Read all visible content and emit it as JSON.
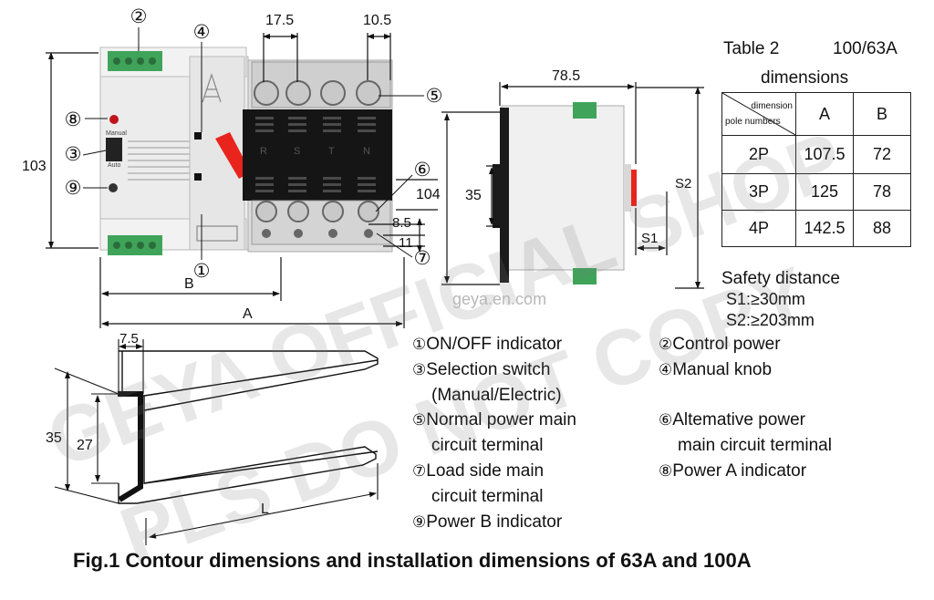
{
  "dimensions": {
    "top_width": "17.5",
    "pole_pitch": "10.5",
    "height_103": "103",
    "depth_78_5": "78.5",
    "height_104": "104",
    "rail_35": "35",
    "dim_8_5": "8.5",
    "dim_11": "11",
    "label_b": "B",
    "label_a": "A",
    "label_s1": "S1",
    "label_s2": "S2",
    "rail_width": "7.5",
    "rail_height_35": "35",
    "rail_height_27": "27",
    "rail_length": "L"
  },
  "callouts": [
    "②",
    "④",
    "⑤",
    "⑧",
    "③",
    "⑨",
    "⑥",
    "①",
    "⑦"
  ],
  "table": {
    "title_line1": "Table 2",
    "title_rating": "100/63A",
    "title_line2": "dimensions",
    "header_diag_top": "dimension",
    "header_diag_bottom": "pole numbers",
    "header_a": "A",
    "header_b": "B",
    "rows": [
      {
        "poles": "2P",
        "a": "107.5",
        "b": "72"
      },
      {
        "poles": "3P",
        "a": "125",
        "b": "78"
      },
      {
        "poles": "4P",
        "a": "142.5",
        "b": "88"
      }
    ]
  },
  "safety": {
    "title": "Safety distance",
    "s1": "S1:≥30mm",
    "s2": "S2:≥203mm"
  },
  "legend": [
    {
      "num": "①",
      "line1": "ON/OFF indicator",
      "line2": ""
    },
    {
      "num": "②",
      "line1": "Control power",
      "line2": ""
    },
    {
      "num": "③",
      "line1": "Selection switch",
      "line2": "(Manual/Electric)"
    },
    {
      "num": "④",
      "line1": "Manual knob",
      "line2": ""
    },
    {
      "num": "⑤",
      "line1": "Normal power main",
      "line2": "circuit terminal"
    },
    {
      "num": "⑥",
      "line1": "Altemative power",
      "line2": "main circuit terminal"
    },
    {
      "num": "⑦",
      "line1": "Load side main",
      "line2": "circuit terminal"
    },
    {
      "num": "⑧",
      "line1": "Power A indicator",
      "line2": ""
    },
    {
      "num": "⑨",
      "line1": "Power B indicator",
      "line2": ""
    }
  ],
  "device_labels": {
    "terminal_r": "R",
    "terminal_s": "S",
    "terminal_t": "T",
    "terminal_n": "N",
    "mode_manual": "Manual",
    "mode_auto": "Auto"
  },
  "watermarks": {
    "line1": "GEYA OFFICIAL SHOP",
    "line2": "PLS DO NOT COPY",
    "site": "geya.en.com"
  },
  "caption": "Fig.1 Contour dimensions and installation dimensions of 63A and 100A",
  "colors": {
    "handle": "#e8241c",
    "terminal_green": "#3fa45a",
    "indicator_red": "#c0151b",
    "face": "#151515"
  }
}
